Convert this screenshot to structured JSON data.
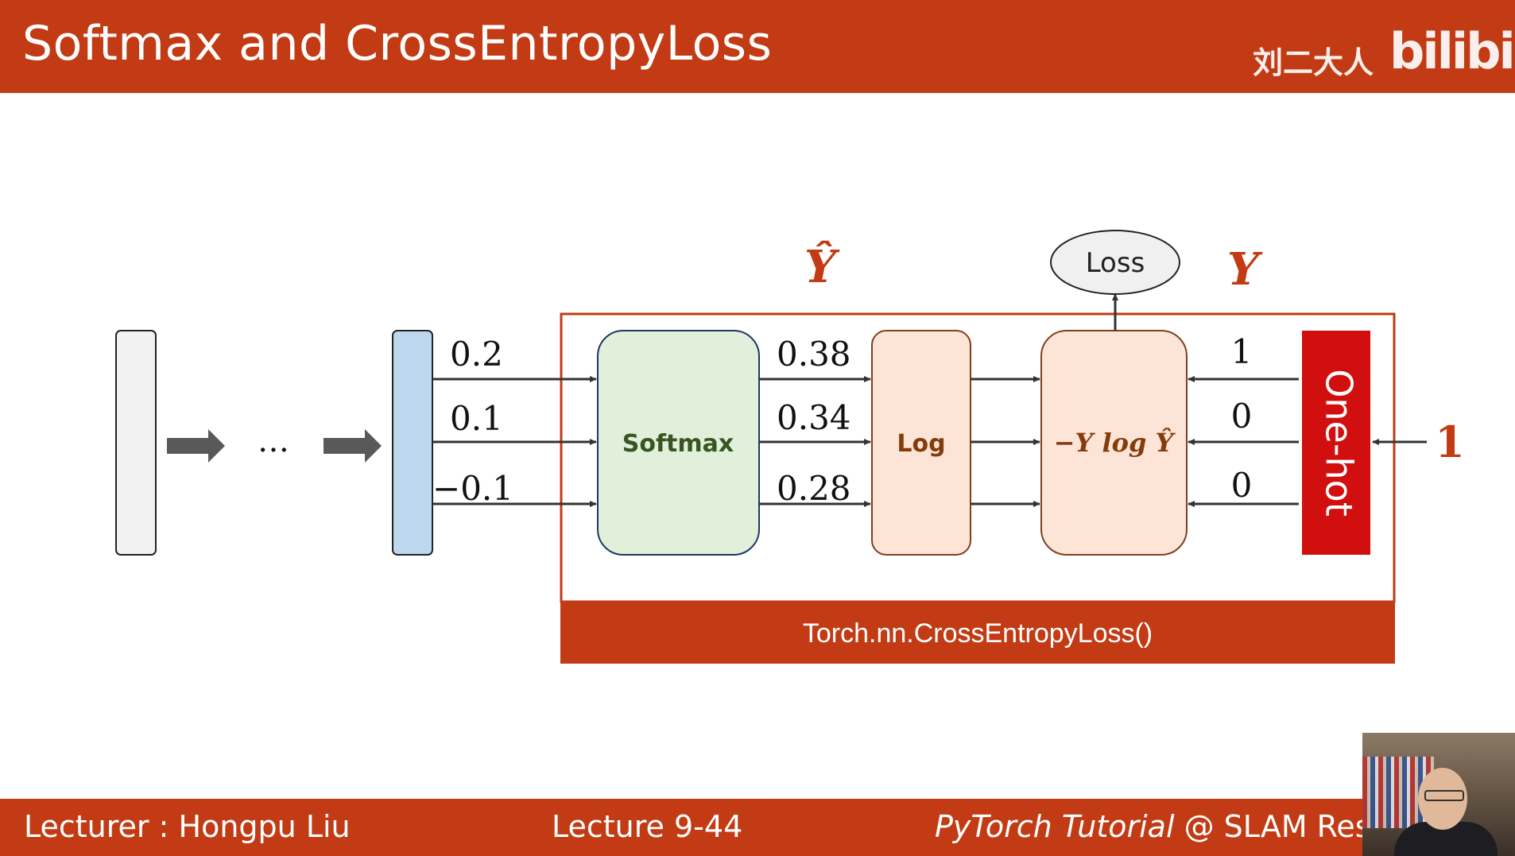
{
  "header": {
    "title": "Softmax and CrossEntropyLoss",
    "watermark_cn": "刘二大人",
    "watermark_logo": "bilibili"
  },
  "diagram": {
    "ellipsis": "…",
    "inputs": [
      "0.2",
      "0.1",
      "−0.1"
    ],
    "softmax_label": "Softmax",
    "softmax_outputs": [
      "0.38",
      "0.34",
      "0.28"
    ],
    "log_label": "Log",
    "loss_formula": "−Y log Ŷ",
    "loss_label": "Loss",
    "y_hat_label": "Ŷ",
    "y_label": "Y",
    "onehot_values": [
      "1",
      "0",
      "0"
    ],
    "onehot_label": "One-hot",
    "class_label": "1",
    "module_label": "Torch.nn.CrossEntropyLoss()"
  },
  "footer": {
    "lecturer": "Lecturer : Hongpu Liu",
    "lecture": "Lecture 9-44",
    "course_italic": "PyTorch Tutorial",
    "course_rest": " @ SLAM Resea"
  },
  "colors": {
    "accent": "#c23b14",
    "softmax_fill": "#e2efda",
    "log_fill": "#fce4d6",
    "input_fill": "#bdd7ee",
    "onehot_fill": "#d20f0f"
  }
}
